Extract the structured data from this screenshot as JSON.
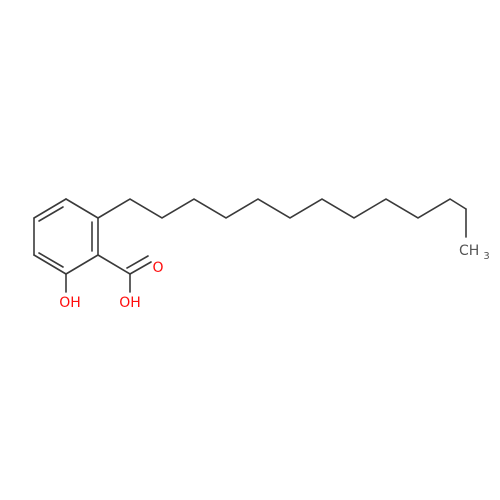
{
  "molecule": {
    "atom_labels": {
      "carbonyl_oxygen": "O",
      "acid_hydroxyl": "OH",
      "phenol_hydroxyl": "OH",
      "terminal_methyl_main": "CH",
      "terminal_methyl_subscript": "3"
    }
  },
  "colors": {
    "bond": "#3a3a3a",
    "oxygen": "#ff0d0d",
    "carbon_label": "#555555"
  }
}
